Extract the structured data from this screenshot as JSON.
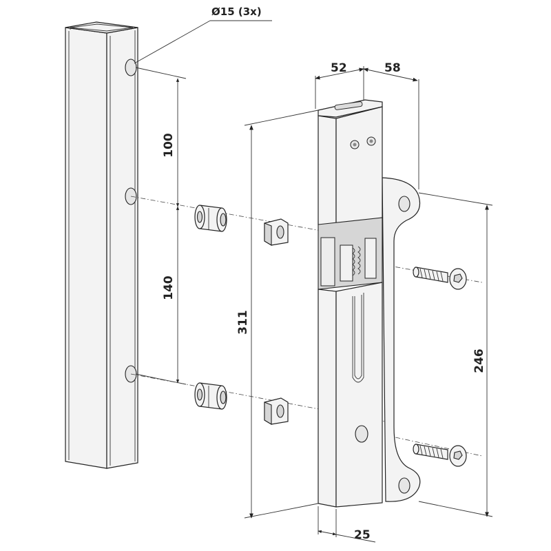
{
  "diagram": {
    "hole_callout": "Ø15 (3x)",
    "dimensions": {
      "hole_spacing_top": "100",
      "hole_spacing_bottom": "140",
      "total_height": "311",
      "screw_spacing": "246",
      "depth_front": "52",
      "depth_back": "58",
      "width": "25"
    }
  },
  "colors": {
    "line": "#222222",
    "part_fill": "#f3f3f3",
    "part_shadow": "#d6d6d6"
  }
}
